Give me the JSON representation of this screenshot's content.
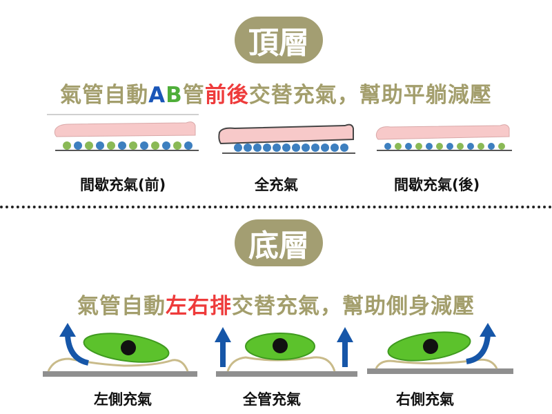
{
  "top": {
    "badge": "頂層",
    "headline": {
      "pre": "氣管自動",
      "a": "A",
      "b": "B",
      "mid": "管",
      "highlight": "前後",
      "post": "交替充氣，幫助平躺減壓"
    },
    "labels": [
      "間歇充氣(前)",
      "全充氣",
      "間歇充氣(後)"
    ]
  },
  "bottom": {
    "badge": "底層",
    "headline": {
      "pre": "氣管自動",
      "highlight": "左右排",
      "post": "交替充氣，幫助側身減壓"
    },
    "labels": [
      "左側充氣",
      "全管充氣",
      "右側充氣"
    ]
  },
  "colors": {
    "badge_bg": "#a39e72",
    "headline": "#a39e6c",
    "blue": "#1a56b8",
    "green": "#4fae3a",
    "red": "#ee3b3b",
    "body": "#f7c9c9",
    "ellipse": "#5cc22c",
    "arrow": "#1656a8"
  }
}
